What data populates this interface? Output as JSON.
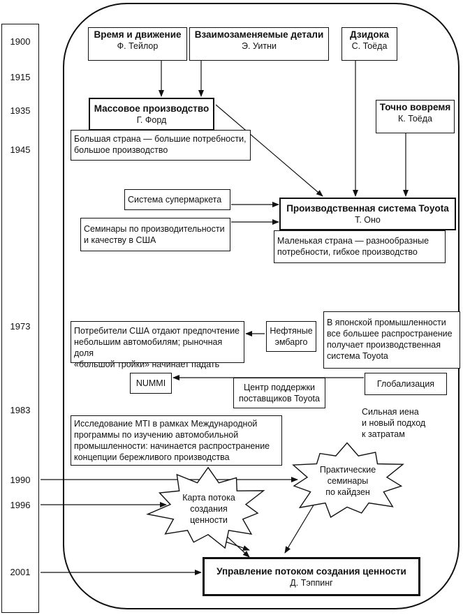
{
  "years": [
    "1900",
    "1915",
    "1935",
    "1945",
    "1973",
    "1983",
    "1990",
    "1996",
    "2001"
  ],
  "boxes": {
    "time_motion": {
      "title": "Время и движение",
      "sub": "Ф. Тейлор"
    },
    "interchangeable": {
      "title": "Взаимозаменяемые детали",
      "sub": "Э. Уитни"
    },
    "jidoka": {
      "title": "Дзидока",
      "sub": "С. Тоёда"
    },
    "mass_production": {
      "title": "Массовое производство",
      "sub": "Г. Форд"
    },
    "jit": {
      "title": "Точно вовремя",
      "sub": "К. Тоёда"
    },
    "big_country": {
      "line1": "Большая страна — большие потребности,",
      "line2": "большое производство"
    },
    "supermarket": {
      "text": "Система супермаркета"
    },
    "seminars_usa": {
      "line1": "Семинары по производительности",
      "line2": "и качеству в США"
    },
    "tps": {
      "title": "Производственная система Toyota",
      "sub": "Т. Оно"
    },
    "small_country": {
      "line1": "Маленькая страна — разнообразные",
      "line2": "потребности, гибкое производство"
    },
    "us_consumers": {
      "line1": "Потребители США отдают предпочтение",
      "line2": "небольшим автомобилям; рыночная доля",
      "line3": "«большой тройки» начинает падать"
    },
    "oil": {
      "line1": "Нефтяные",
      "line2": "эмбарго"
    },
    "japan_tps": {
      "line1": "В японской промышленности",
      "line2": "все большее распространение",
      "line3": "получает производственная",
      "line4": "система Toyota"
    },
    "nummi": {
      "text": "NUMMI"
    },
    "supplier_center": {
      "line1": "Центр поддержки",
      "line2": "поставщиков Toyota"
    },
    "globalization": {
      "text": "Глобализация"
    },
    "strong_yen": {
      "line1": "Сильная иена",
      "line2": "и новый подход",
      "line3": "к затратам"
    },
    "mit": {
      "line1": "Исследование MTI в рамках Международной",
      "line2": "программы по изучению автомобильной",
      "line3": "промышленности: начинается распространение",
      "line4": "концепции бережливого производства"
    },
    "kaizen": {
      "line1": "Практические",
      "line2": "семинары",
      "line3": "по кайдзен"
    },
    "vsm": {
      "line1": "Карта потока",
      "line2": "создания",
      "line3": "ценности"
    },
    "vsm_mgmt": {
      "title": "Управление потоком создания ценности",
      "sub": "Д. Тэппинг"
    }
  }
}
